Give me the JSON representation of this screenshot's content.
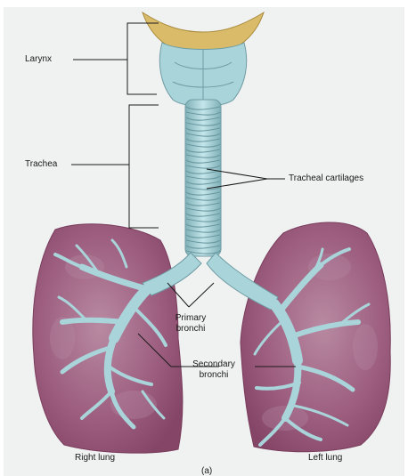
{
  "labels": {
    "larynx": "Larynx",
    "trachea": "Trachea",
    "tracheal_cartilages": "Tracheal cartilages",
    "primary_bronchi_line1": "Primary",
    "primary_bronchi_line2": "bronchi",
    "secondary_bronchi_line1": "Secondary",
    "secondary_bronchi_line2": "bronchi",
    "right_lung": "Right lung",
    "left_lung": "Left lung",
    "panel_letter": "(a)"
  },
  "colors": {
    "lung": "#9a5a7d",
    "lung_light": "#b27896",
    "airway": "#a8d3d9",
    "airway_dark": "#6f9ca4",
    "thyroid_cartilage": "#d8b968",
    "leader_line": "#1a1a1a"
  }
}
